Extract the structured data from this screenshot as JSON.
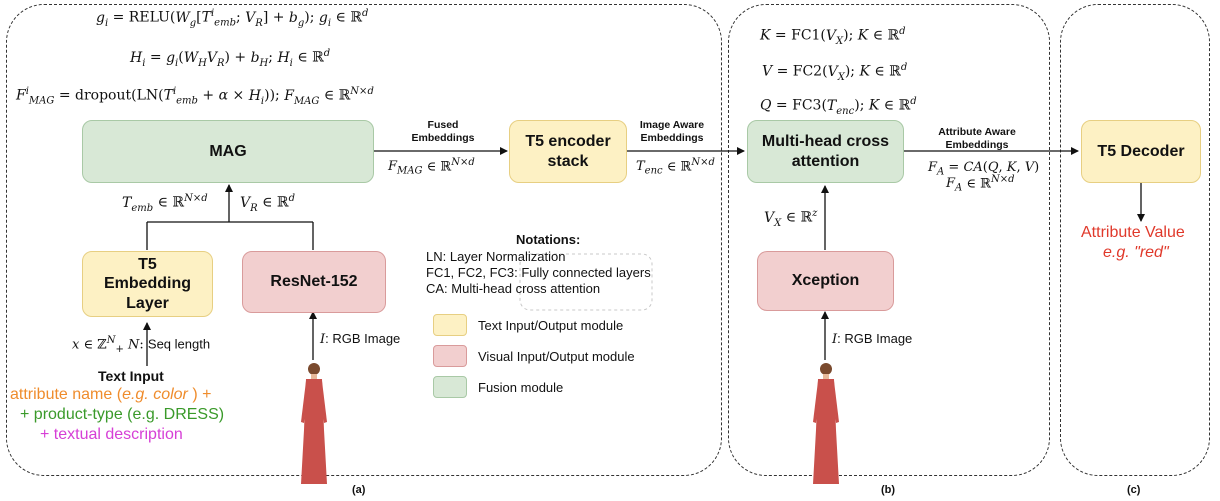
{
  "panels": {
    "a_caption": "(a)",
    "b_caption": "(b)",
    "c_caption": "(c)"
  },
  "equations": {
    "g": "g_i = RELU(W_g[T^i_emb; V_R] + b_g); g_i ∈ ℝ^d",
    "h": "H_i = g_i(W_H V_R) + b_H; H_i ∈ ℝ^d",
    "f": "F^i_MAG = dropout(LN(T^i_emb + α × H_i)); F_MAG ∈ ℝ^{N×d}",
    "k": "K = FC1(V_X); K ∈ ℝ^d",
    "v": "V = FC2(V_X); K ∈ ℝ^d",
    "q": "Q = FC3(T_enc); K ∈ ℝ^d"
  },
  "boxes": {
    "mag": "MAG",
    "t5_encoder": "T5 encoder stack",
    "t5_embedding": "T5 Embedding Layer",
    "resnet": "ResNet-152",
    "mhca": "Multi-head cross attention",
    "xception": "Xception",
    "t5_decoder": "T5 Decoder"
  },
  "arrow_labels": {
    "fused": "Fused Embeddings",
    "f_mag": "F_MAG ∈ ℝ^{N×d}",
    "image_aware": "Image Aware Embeddings",
    "t_enc": "T_enc ∈ ℝ^{N×d}",
    "attribute_aware": "Attribute Aware Embeddings",
    "f_a1": "F_A = CA(Q, K, V)",
    "f_a2": "F_A ∈ ℝ^{N×d}",
    "t_emb": "T_emb ∈ ℝ^{N×d}",
    "v_r": "V_R ∈ ℝ^d",
    "v_x": "V_X ∈ ℝ^z",
    "x_input": "x ∈ ℤ^N_+ N: Seq length",
    "rgb_image_1": "I: RGB Image",
    "rgb_image_2": "I: RGB Image"
  },
  "text_input": {
    "title": "Text Input",
    "line1_pre": "attribute name (",
    "line1_italic": "e.g. color",
    "line1_post": " ) +",
    "line2": "+ product-type (e.g. DRESS)",
    "line3": "+ textual description"
  },
  "output": {
    "label": "Attribute Value",
    "example": "e.g. \"red\""
  },
  "notations": {
    "title": "Notations:",
    "items": [
      "LN: Layer Normalization",
      "FC1, FC2, FC3: Fully connected layers",
      "CA: Multi-head cross attention"
    ]
  },
  "legend": [
    {
      "label": "Text Input/Output module",
      "color": "#fdf1c4"
    },
    {
      "label": "Visual Input/Output module",
      "color": "#f2cfcf"
    },
    {
      "label": "Fusion module",
      "color": "#d8e8d6"
    }
  ],
  "colors": {
    "orange": "#ef8c2c",
    "green": "#3a9a2a",
    "magenta": "#d63fd6",
    "red": "#e0392b",
    "dress": "#c9504b"
  }
}
